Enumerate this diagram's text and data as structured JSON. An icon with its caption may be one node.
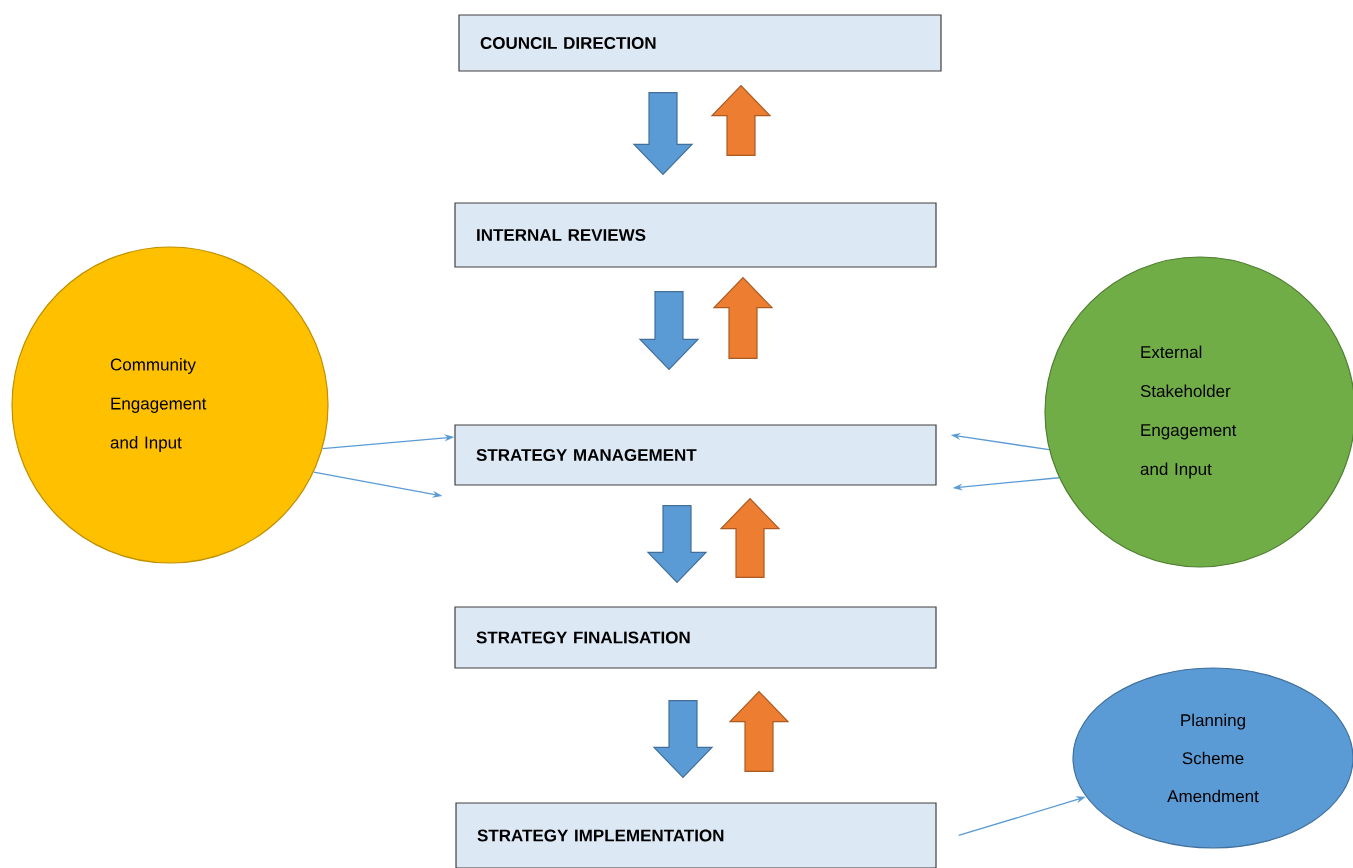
{
  "diagram": {
    "nodes": [
      {
        "text": [
          "COUNCIL DIRECTION"
        ]
      },
      {
        "text": [
          "INTERNAL REVIEWS"
        ]
      },
      {
        "text": [
          "STRATEGY MANAGEMENT"
        ]
      },
      {
        "text": [
          "STRATEGY FINALISATION"
        ]
      },
      {
        "text": [
          "STRATEGY IMPLEMENTATION"
        ]
      },
      {
        "text": [
          "Community Engagement and Input"
        ]
      },
      {
        "text": [
          "External Stakeholder Engagement and Input"
        ]
      },
      {
        "text": [
          "Planning Scheme Amendment"
        ]
      }
    ],
    "edges": [
      {
        "from": 0,
        "to": 1,
        "arrow": "to",
        "style": "thick"
      },
      {
        "from": 1,
        "to": 0,
        "arrow": "to",
        "style": "thick",
        "color": "#ed7d31"
      },
      {
        "from": 1,
        "to": 2,
        "arrow": "to",
        "style": "thick"
      },
      {
        "from": 2,
        "to": 1,
        "arrow": "to",
        "style": "thick",
        "color": "#ed7d31"
      },
      {
        "from": 2,
        "to": 3,
        "arrow": "to",
        "style": "thick"
      },
      {
        "from": 3,
        "to": 2,
        "arrow": "to",
        "style": "thick",
        "color": "#ed7d31"
      },
      {
        "from": 3,
        "to": 4,
        "arrow": "to",
        "style": "thick"
      },
      {
        "from": 4,
        "to": 3,
        "arrow": "to",
        "style": "thick",
        "color": "#ed7d31"
      },
      {
        "from": 5,
        "to": 2,
        "arrow": "to"
      },
      {
        "from": 5,
        "to": 2,
        "arrow": "to"
      },
      {
        "from": 6,
        "to": 2,
        "arrow": "to"
      },
      {
        "from": 6,
        "to": 2,
        "arrow": "to"
      },
      {
        "from": 4,
        "to": 7,
        "arrow": "to"
      }
    ]
  }
}
